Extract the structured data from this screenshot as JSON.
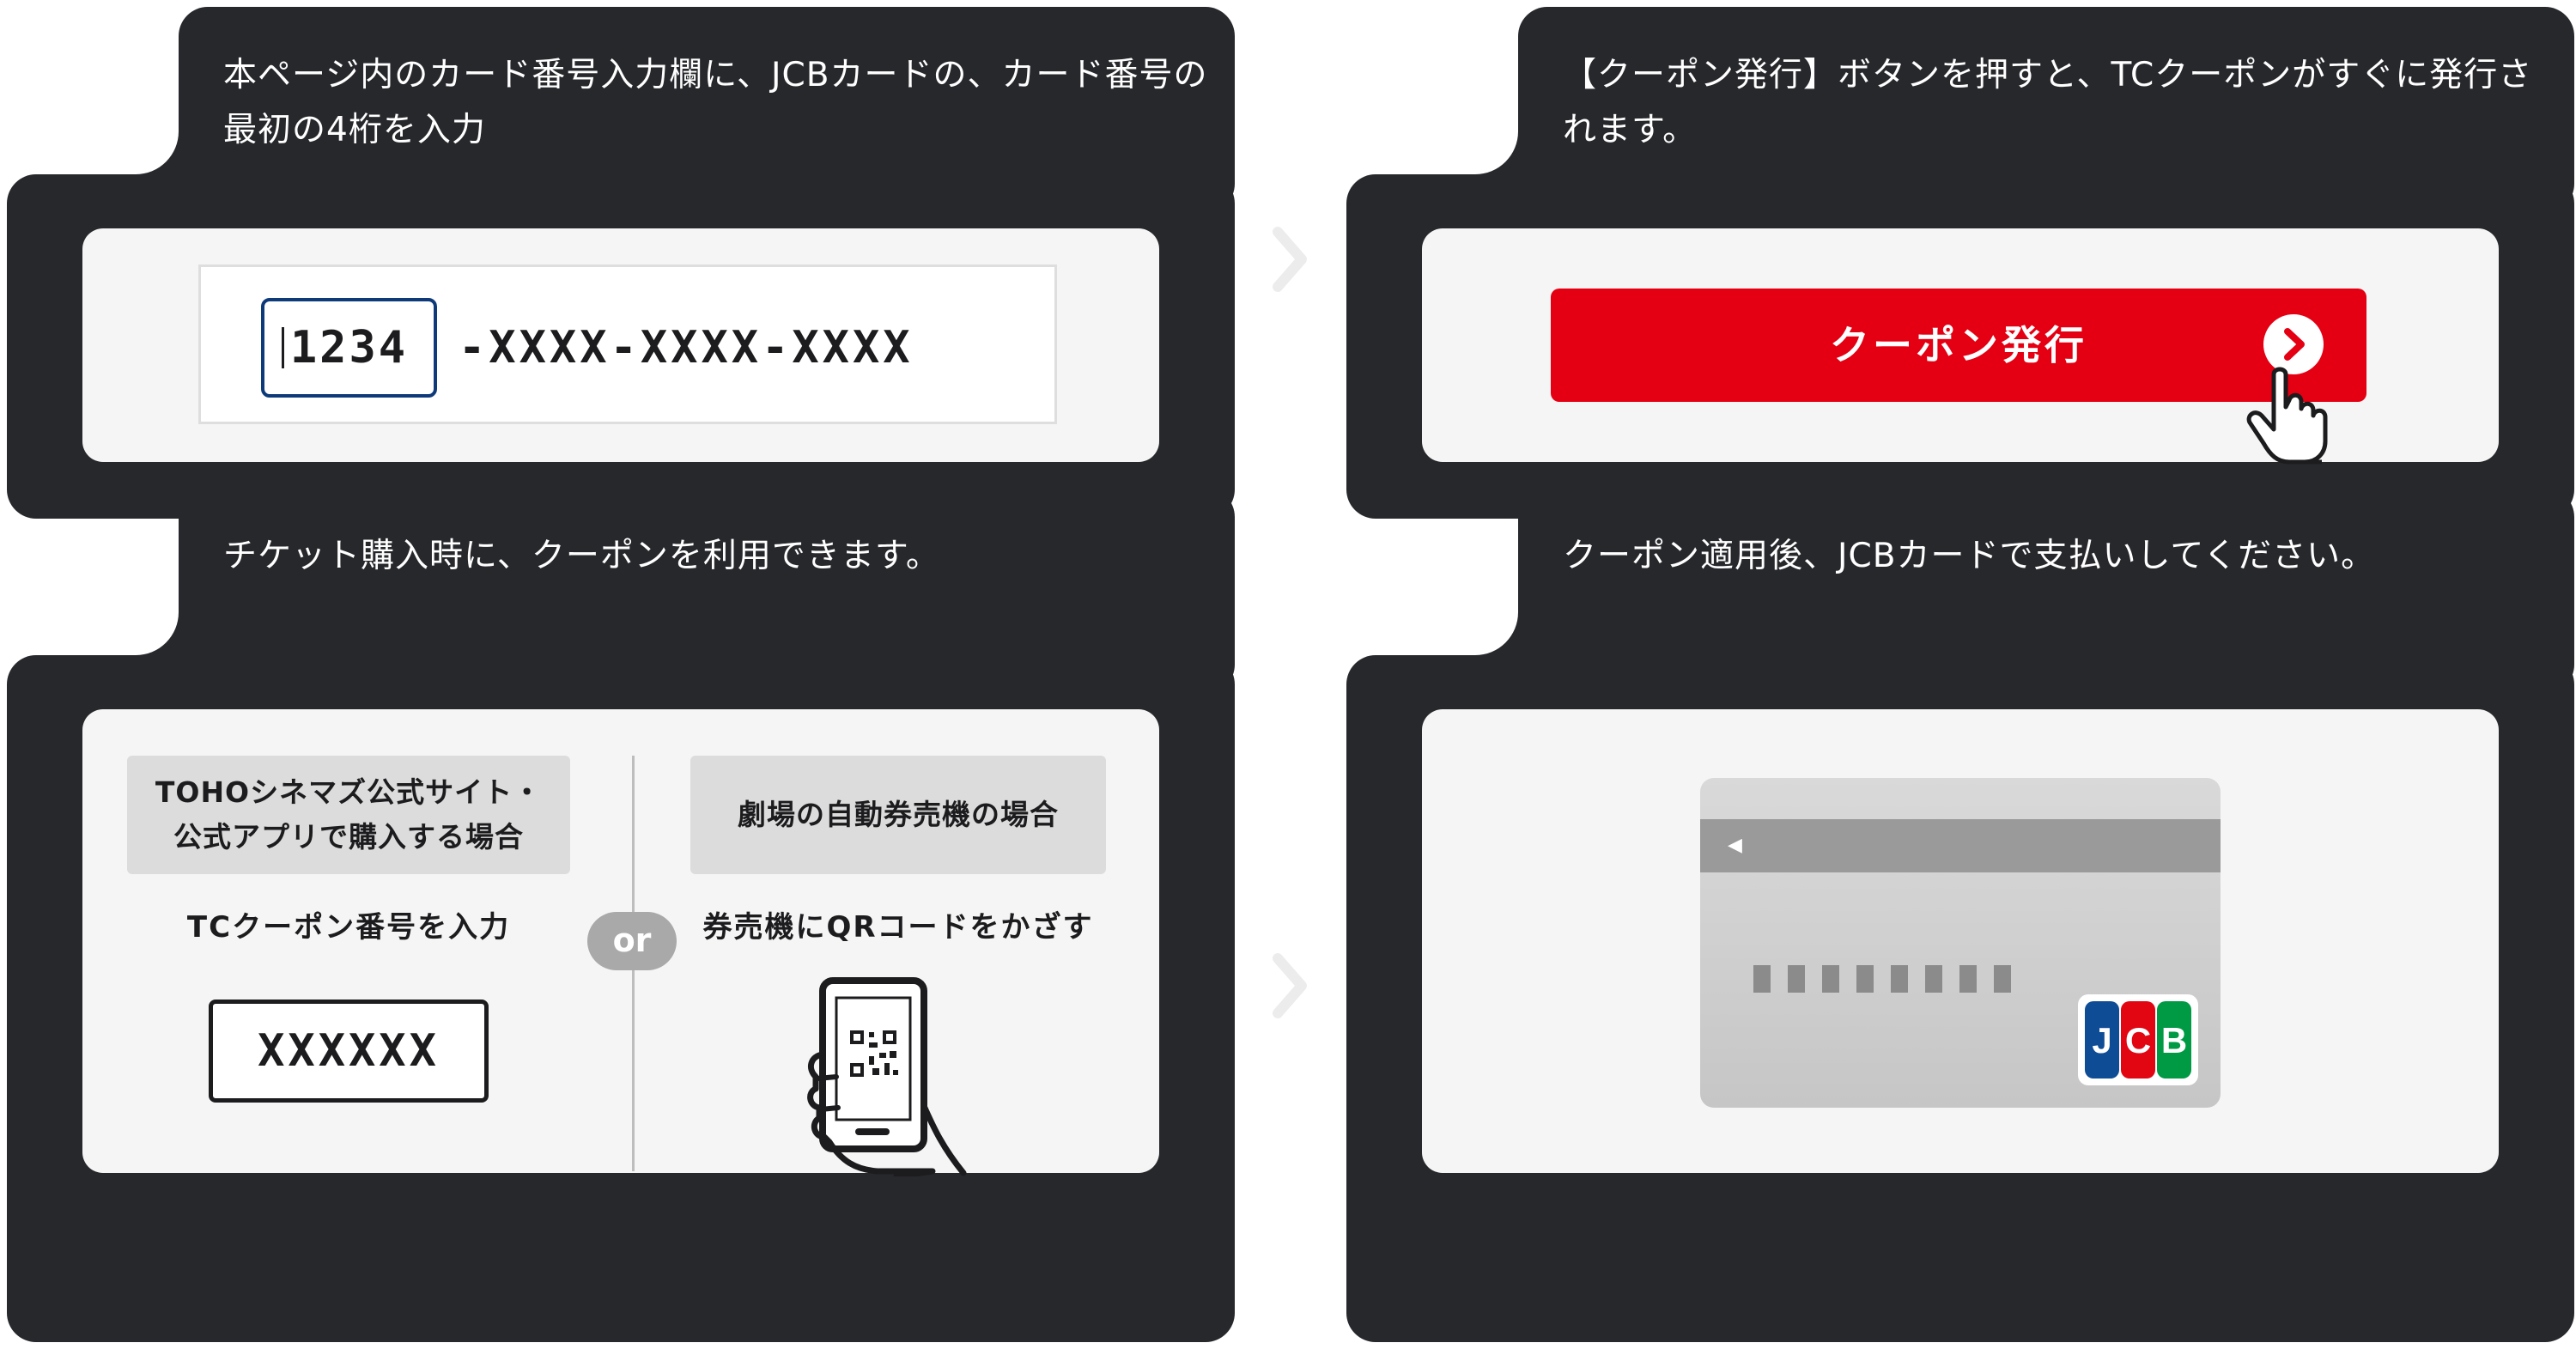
{
  "steps": [
    {
      "caption": "本ページ内のカード番号入力欄に、JCBカードの、カード番号の最初の4桁を入力",
      "card_number": {
        "first": "1234",
        "rest": "-XXXX-XXXX-XXXX"
      }
    },
    {
      "caption": "【クーポン発行】ボタンを押すと、TCクーポンがすぐに発行されます。",
      "button_label": "クーポン発行"
    },
    {
      "caption": "チケット購入時に、クーポンを利用できます。",
      "online": {
        "heading_line1": "TOHOシネマズ公式サイト・",
        "heading_line2": "公式アプリで購入する場合",
        "instruction": "TCクーポン番号を入力",
        "code": "XXXXXX"
      },
      "or_label": "or",
      "kiosk": {
        "heading": "劇場の自動券売機の場合",
        "instruction": "券売機にQRコードをかざす"
      }
    },
    {
      "caption": "クーポン適用後、JCBカードで支払いしてください。",
      "card_brand": "JCB",
      "strip_arrow": "◀"
    }
  ],
  "colors": {
    "card_bg": "#27282c",
    "panel_bg": "#f5f5f5",
    "accent_red": "#e40012",
    "input_focus": "#0e3a7a"
  },
  "icons": [
    "chevron-right-icon",
    "hand-pointer-icon",
    "phone-qr-icon",
    "jcb-logo-icon"
  ]
}
